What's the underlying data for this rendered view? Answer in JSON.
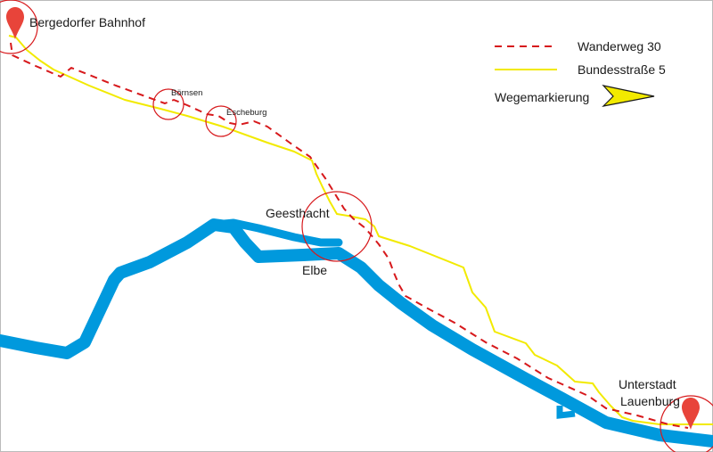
{
  "places": {
    "start": "Bergedorfer Bahnhof",
    "boernsen": "Börnsen",
    "escheburg": "Escheburg",
    "geesthacht": "Geesthacht",
    "elbe": "Elbe",
    "end_line1": "Unterstadt",
    "end_line2": "Lauenburg"
  },
  "legend": {
    "wanderweg": "Wanderweg 30",
    "bundesstrasse": "Bundesstraße 5",
    "wegemarkierung": "Wegemarkierung"
  },
  "colors": {
    "wanderweg": "#d7191c",
    "road": "#f2ea00",
    "river": "#0099dd",
    "marker": "#e8443a",
    "circle": "#d7191c"
  },
  "icons": {
    "pin": "map-pin-icon",
    "waymark": "waymark-arrow-icon"
  }
}
